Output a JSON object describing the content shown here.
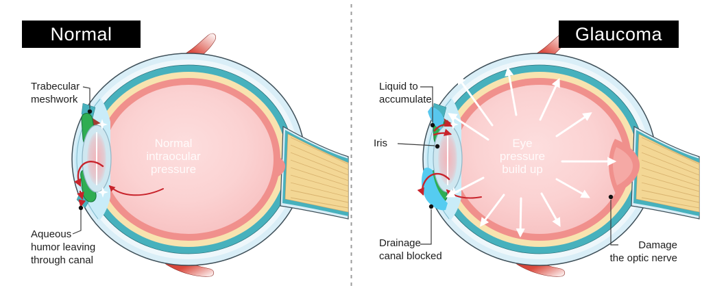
{
  "figure": {
    "type": "anatomy-comparison-diagram",
    "subject": "Eye cross-section: aqueous humor flow in a normal eye versus glaucoma"
  },
  "panels": {
    "normal": {
      "title": "Normal",
      "center_caption": "Normal\nintraocular\npressure",
      "callouts": {
        "trabecular_meshwork": "Trabecular\nmeshwork",
        "aqueous_humor": "Aqueous\nhumor leaving\nthrough canal"
      }
    },
    "glaucoma": {
      "title": "Glaucoma",
      "center_caption": "Eye\npressure\nbuild up",
      "callouts": {
        "liquid_accumulate": "Liquid to\naccumulate",
        "iris": "Iris",
        "drainage_blocked": "Drainage\ncanal blocked",
        "optic_nerve_damage": "Damage\nthe optic nerve"
      }
    }
  },
  "colors": {
    "label_box_bg": "#000000",
    "label_box_text": "#ffffff",
    "callout_text": "#1c1c1c",
    "sclera_outer_blue": "#d9eef7",
    "sclera_inner_light": "#eef7fb",
    "choroid_teal": "#47b1bd",
    "sclera_cream": "#f8e3af",
    "retina_salmon": "#f0908c",
    "vitreous_pink": "#f8c6c6",
    "muscle_red": "#c43a30",
    "iris_green": "#2fad52",
    "aqueous_chamber_cyan": "#c9ecf8",
    "accumulated_fluid_cyan": "#55ccf1",
    "flow_arrow_red": "#c8232b",
    "pressure_arrow_white": "#ffffff",
    "optic_nerve_yellow": "#f3d795"
  }
}
